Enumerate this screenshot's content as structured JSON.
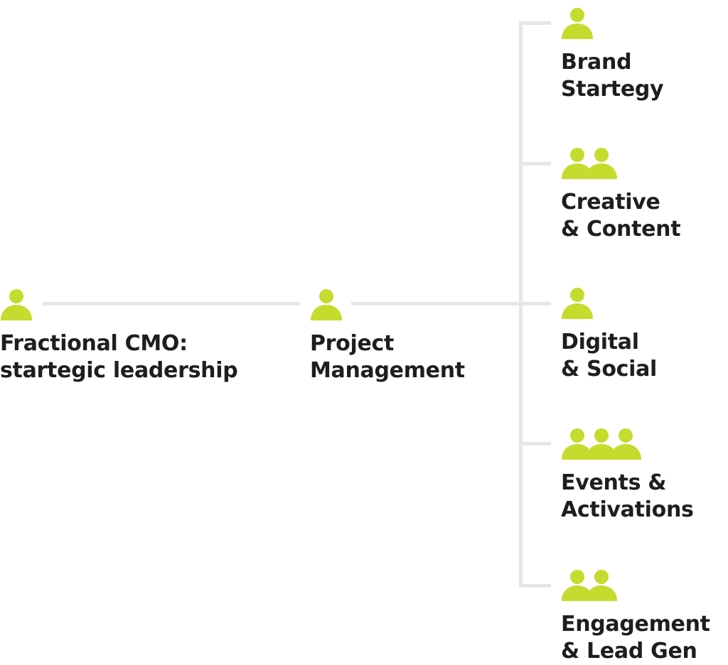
{
  "colors": {
    "accent": "#c5dc2e",
    "text": "#1e1e1e",
    "connector": "#e6e6e6"
  },
  "nodes": {
    "cmo": {
      "line1": "Fractional CMO:",
      "line2": "startegic leadership",
      "icon": "person-icon",
      "people": 1
    },
    "pm": {
      "line1": "Project",
      "line2": "Management",
      "icon": "person-icon",
      "people": 1
    },
    "branches": [
      {
        "line1": "Brand",
        "line2": "Startegy",
        "icon": "person-icon",
        "people": 1
      },
      {
        "line1": "Creative",
        "line2": "& Content",
        "icon": "group-icon",
        "people": 2
      },
      {
        "line1": "Digital",
        "line2": "& Social",
        "icon": "person-icon",
        "people": 1
      },
      {
        "line1": "Events &",
        "line2": "Activations",
        "icon": "group-icon",
        "people": 3
      },
      {
        "line1": "Engagement",
        "line2": "& Lead Gen",
        "icon": "group-icon",
        "people": 2
      }
    ]
  }
}
